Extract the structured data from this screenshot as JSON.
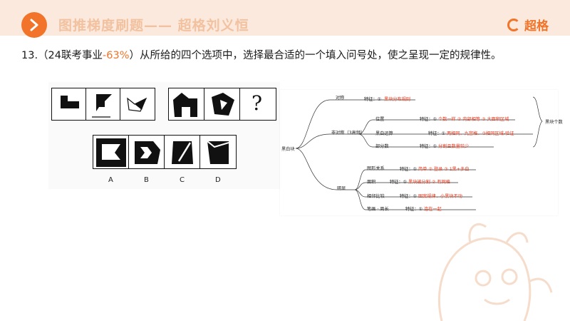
{
  "header": {
    "title": "图推梯度刷题—— 超格刘义恒",
    "brand": "超格",
    "accent": "#f1742a"
  },
  "question": {
    "prefix": "13.（24联考事业",
    "pct": "-63%",
    "suffix": "）从所给的四个选项中，选择最合适的一个填入问号处，使之呈现一定的规律性。"
  },
  "puzzle": {
    "question_mark": "?",
    "options": [
      "A",
      "B",
      "C",
      "D"
    ]
  },
  "mindmap": {
    "root": "黑白块",
    "right_label": "黑块个数",
    "sym": "对称",
    "sym_feature": "特征：①",
    "sym_note": "黑块分布规则",
    "asym": "非对称（3高频）",
    "pos": "位置",
    "pos_feature": "特征：①",
    "pos_note": "个数一样 ② 内部相等 ③ 大面积区域",
    "bw_calc": "黑白运算",
    "bw_feature": "特征：①",
    "bw_note": "两相同、九宫格、③相同区域-验证",
    "part": "部分数",
    "part_feature": "特征：①",
    "part_note": "分割且数量较少",
    "obvious": "明显",
    "shape_rel": "图形关系",
    "shape_feature": "特征：①",
    "shape_note": "简单 ② 登录 ③ 1黑+多白",
    "area": "面积",
    "area_feature": "特征：①",
    "area_note": "黑块被分割 ② 有网格",
    "compare": "相邻比较",
    "compare_feature": "特征：①",
    "compare_note": "图案规律、小黑块不动",
    "stroke": "笔画 · 周长",
    "stroke_feature": "特征：①",
    "stroke_note": "连在一起"
  }
}
